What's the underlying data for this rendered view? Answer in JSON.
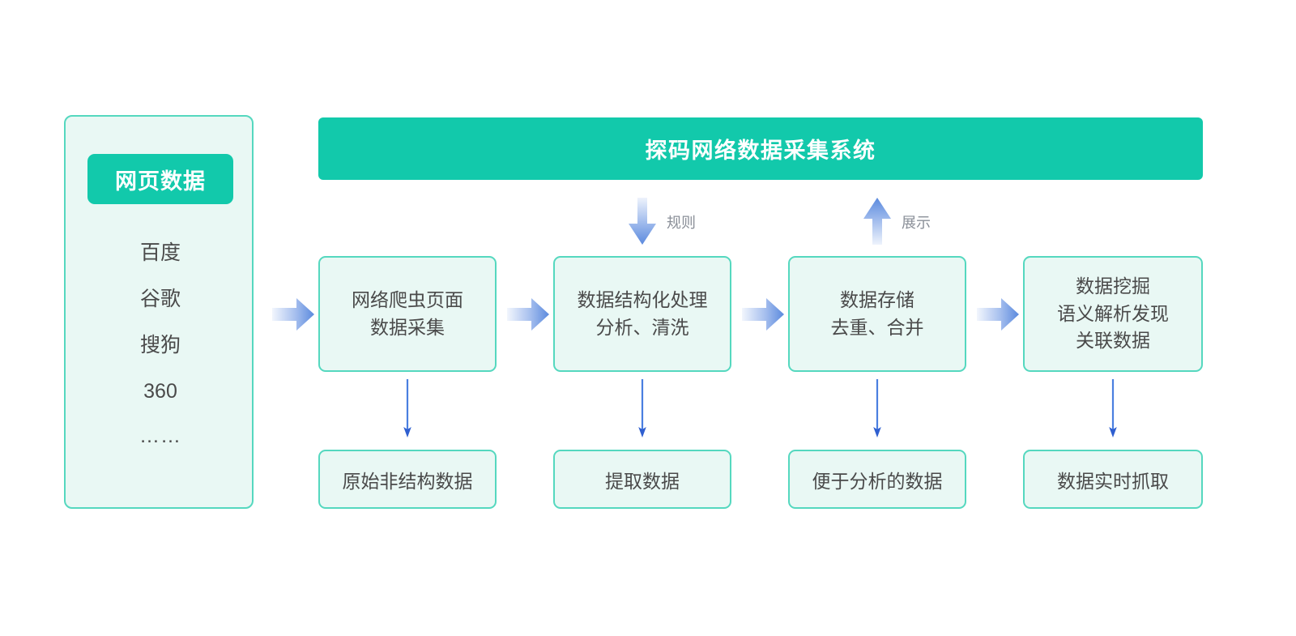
{
  "page": {
    "background": "#ffffff",
    "accent_teal": "#12c9ab",
    "box_fill": "#e9f8f4",
    "box_border": "#55d8bf",
    "arrow_blue": "#4a7fe0",
    "text_dark": "#4a4a4a",
    "label_gray": "#8a8f98"
  },
  "source_panel": {
    "badge_label": "网页数据",
    "items": [
      "百度",
      "谷歌",
      "搜狗",
      "360",
      "……"
    ]
  },
  "header": {
    "title": "探码网络数据采集系统"
  },
  "flow_labels": {
    "down": "规则",
    "up": "展示"
  },
  "process_boxes": [
    {
      "text": "网络爬虫页面\n数据采集"
    },
    {
      "text": "数据结构化处理\n分析、清洗"
    },
    {
      "text": "数据存储\n去重、合并"
    },
    {
      "text": "数据挖掘\n语义解析发现\n关联数据"
    }
  ],
  "output_boxes": [
    {
      "text": "原始非结构数据"
    },
    {
      "text": "提取数据"
    },
    {
      "text": "便于分析的数据"
    },
    {
      "text": "数据实时抓取"
    }
  ],
  "icons": {
    "down_block_arrow": "arrow-down-block-icon",
    "up_block_arrow": "arrow-up-block-icon",
    "right_block_arrow": "arrow-right-block-icon",
    "down_thin_arrow": "arrow-down-thin-icon"
  }
}
